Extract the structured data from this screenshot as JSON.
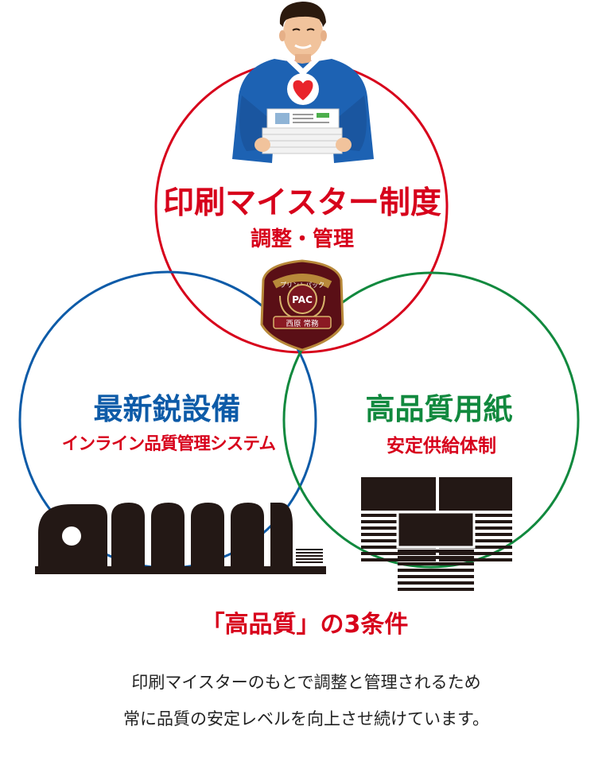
{
  "circles": {
    "top": {
      "title": "印刷マイスター制度",
      "subtitle": "調整・管理",
      "color": "#d7001b"
    },
    "left": {
      "title": "最新鋭設備",
      "subtitle": "インライン品質管理システム",
      "title_color": "#0d5ba8",
      "subtitle_color": "#d7001b"
    },
    "right": {
      "title": "高品質用紙",
      "subtitle": "安定供給体制",
      "title_color": "#11893e",
      "subtitle_color": "#d7001b"
    }
  },
  "badge": {
    "top_text": "プリントパック",
    "logo": "PAC",
    "name": "西原 常務"
  },
  "icons": [
    "person-icon",
    "badge-icon",
    "printing-press-icon",
    "paper-stack-icon"
  ],
  "conditions_heading": "「高品質」の3条件",
  "description": {
    "line1": "印刷マイスターのもとで調整と管理されるため",
    "line2": "常に品質の安定レベルを向上させ続けています。"
  }
}
